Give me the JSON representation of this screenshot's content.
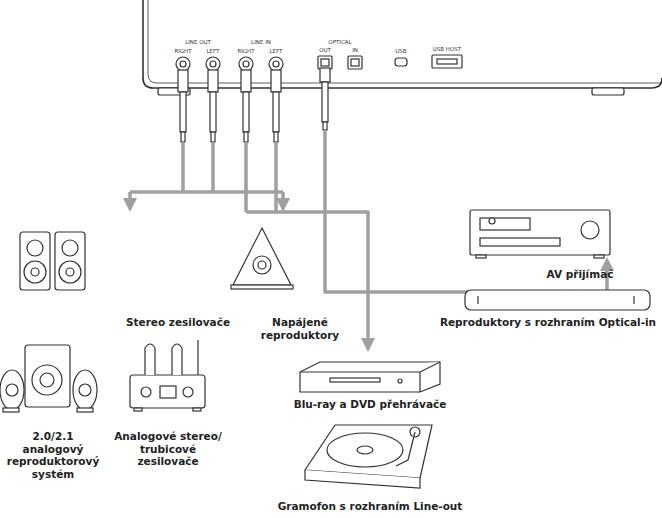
{
  "diagram": {
    "labels": [
      "LINE OUT",
      "RIGHT",
      "LEFT",
      "LINE IN",
      "RIGHT",
      "LEFT",
      "OPTICAL",
      "OUT",
      "IN",
      "USB",
      "USB HOST",
      "Stereo zesilovače",
      "Napájené reproduktory",
      "2.0/2.1 analogový reproduktorový systém",
      "Analogové stereo/ trubicové zesilovače",
      "Blu-ray a DVD přehrávače",
      "Gramofon s rozhraním Line-out",
      "AV přijímač",
      "Reproduktory s rozhraním Optical-in"
    ]
  }
}
